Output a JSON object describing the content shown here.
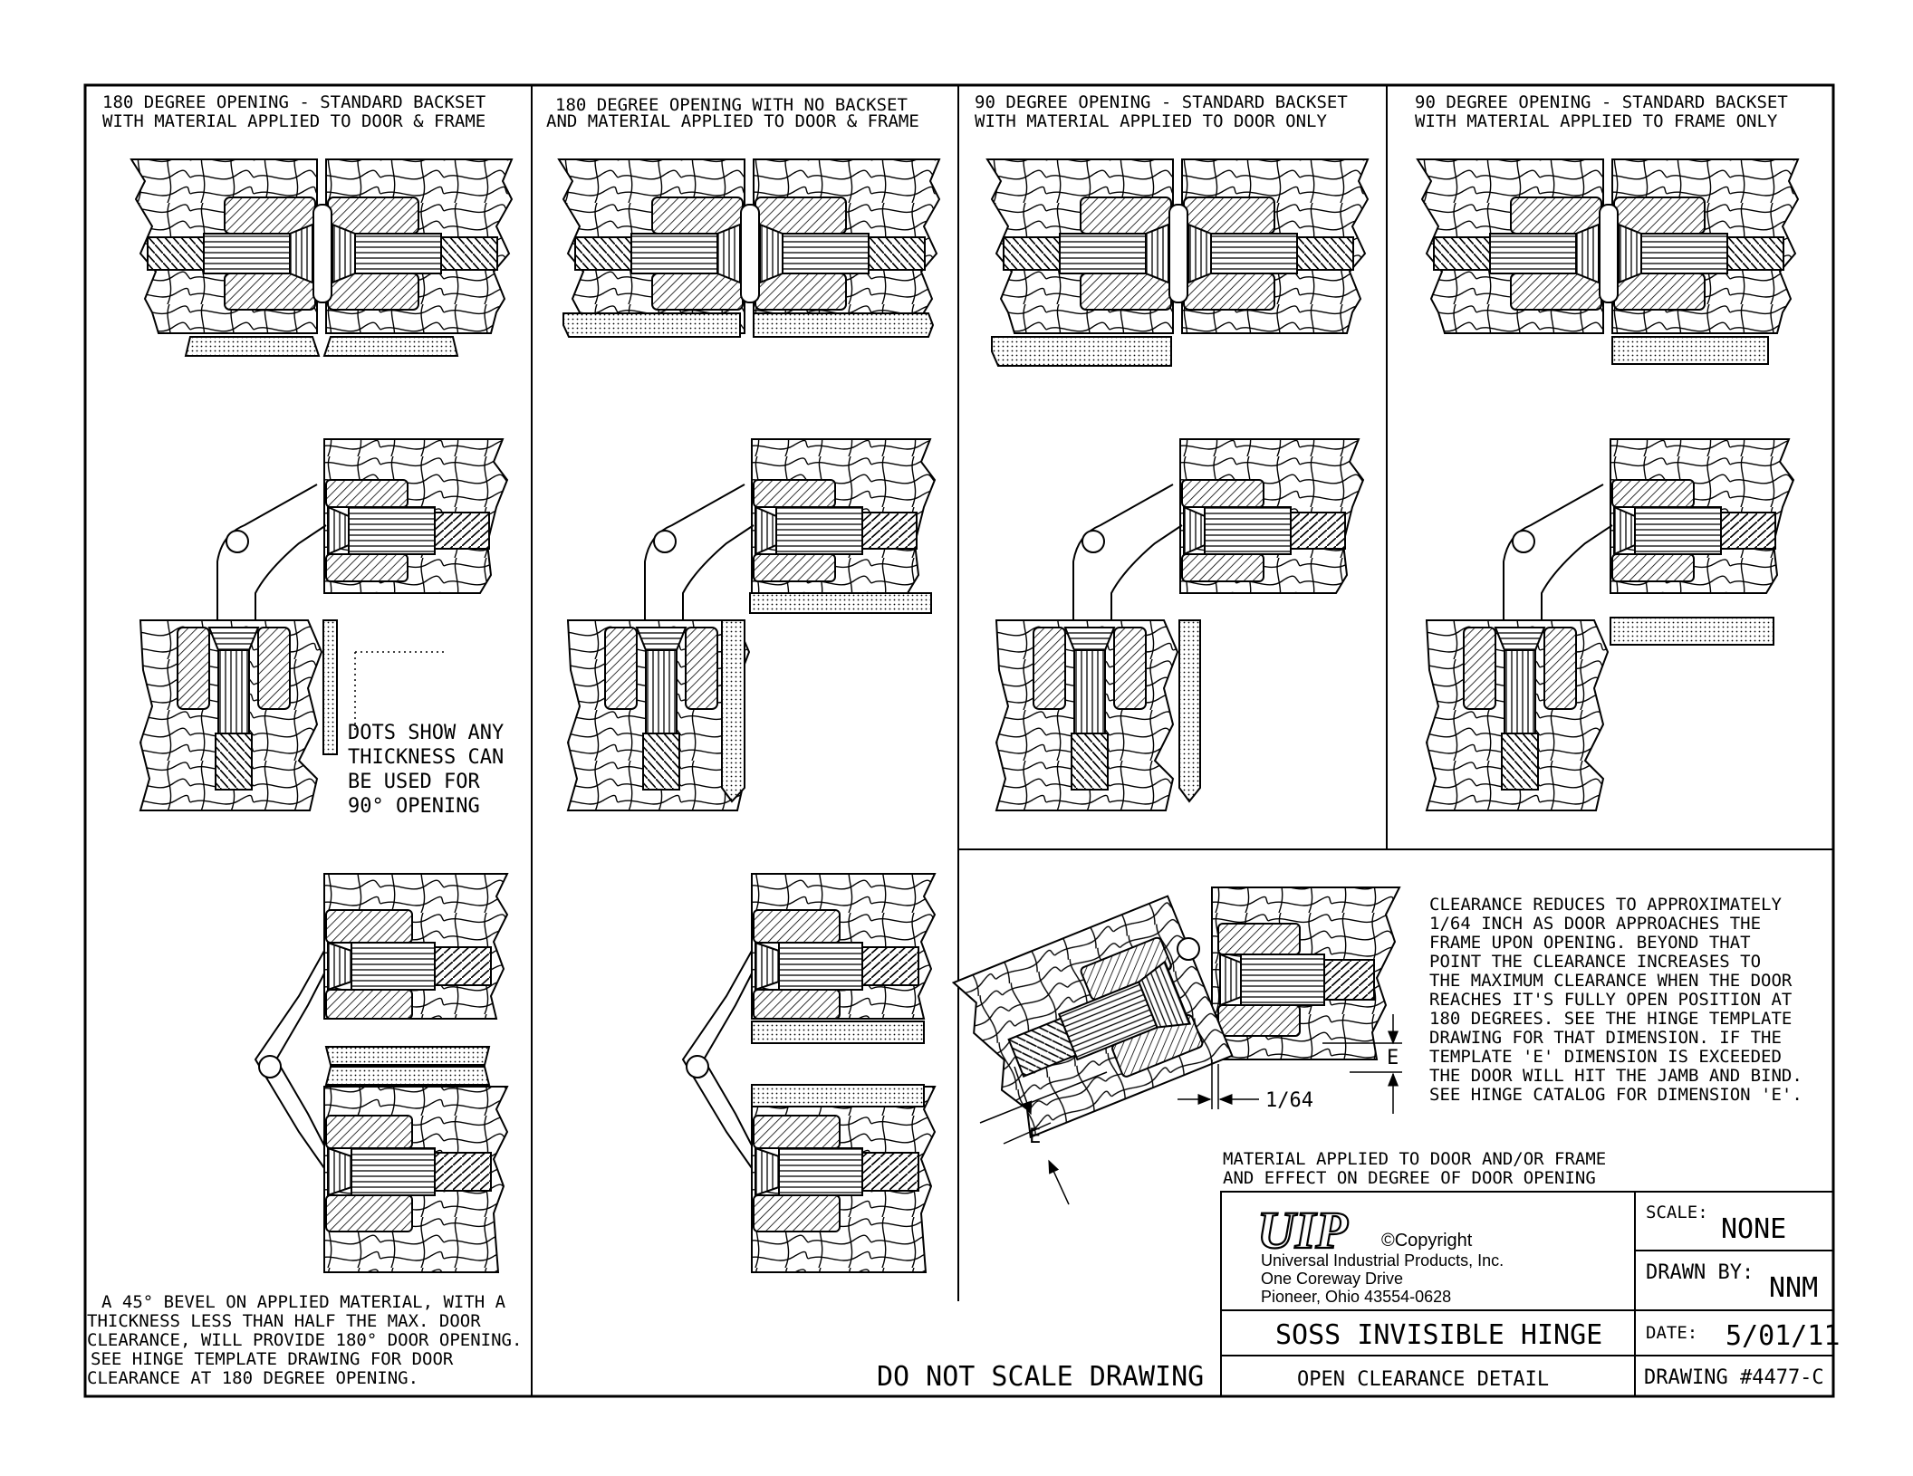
{
  "panels": [
    {
      "title_1": "180 DEGREE OPENING - STANDARD BACKSET",
      "title_2": "WITH MATERIAL APPLIED TO DOOR & FRAME"
    },
    {
      "title_1": "180 DEGREE OPENING WITH NO BACKSET",
      "title_2": "AND MATERIAL APPLIED TO DOOR & FRAME"
    },
    {
      "title_1": "90 DEGREE OPENING - STANDARD BACKSET",
      "title_2": "WITH MATERIAL APPLIED TO DOOR ONLY"
    },
    {
      "title_1": "90 DEGREE OPENING - STANDARD BACKSET",
      "title_2": "WITH MATERIAL APPLIED TO FRAME ONLY"
    }
  ],
  "dots_note": [
    "DOTS SHOW ANY",
    "THICKNESS CAN",
    "BE USED FOR",
    "90° OPENING"
  ],
  "bevel_note": [
    "A 45° BEVEL ON APPLIED MATERIAL, WITH A",
    "THICKNESS LESS THAN HALF THE MAX. DOOR",
    "CLEARANCE, WILL PROVIDE 180° DOOR OPENING.",
    "SEE HINGE TEMPLATE DRAWING FOR DOOR",
    "CLEARANCE AT 180 DEGREE OPENING."
  ],
  "clearance_note": [
    "CLEARANCE REDUCES TO APPROXIMATELY",
    "1/64 INCH AS DOOR APPROACHES THE",
    "FRAME UPON OPENING.  BEYOND THAT",
    "POINT THE CLEARANCE INCREASES TO",
    "THE MAXIMUM CLEARANCE WHEN THE DOOR",
    "REACHES IT'S FULLY OPEN POSITION AT",
    "180 DEGREES.  SEE THE HINGE TEMPLATE",
    "DRAWING FOR THAT DIMENSION.  IF THE",
    "TEMPLATE 'E' DIMENSION IS EXCEEDED",
    "THE DOOR WILL HIT THE JAMB AND BIND.",
    "SEE HINGE CATALOG FOR DIMENSION 'E'."
  ],
  "dimensions": {
    "e_right": "E",
    "e_left": "E",
    "gap": "1/64"
  },
  "material_heading": [
    "MATERIAL APPLIED TO DOOR AND/OR FRAME",
    "AND EFFECT ON DEGREE OF DOOR OPENING"
  ],
  "do_not_scale": "DO NOT SCALE DRAWING",
  "title_block": {
    "logo": "UIP",
    "copyright": "©Copyright",
    "company": "Universal Industrial Products, Inc.",
    "address_1": "One Coreway Drive",
    "address_2": "Pioneer, Ohio  43554-0628",
    "product": "SOSS INVISIBLE HINGE",
    "subtitle": "OPEN CLEARANCE DETAIL",
    "scale_label": "SCALE:",
    "scale_value": "NONE",
    "drawn_by_label": "DRAWN BY:",
    "drawn_by_value": "NNM",
    "date_label": "DATE:",
    "date_value": "5/01/11",
    "drawing_number": "DRAWING #4477-C"
  }
}
